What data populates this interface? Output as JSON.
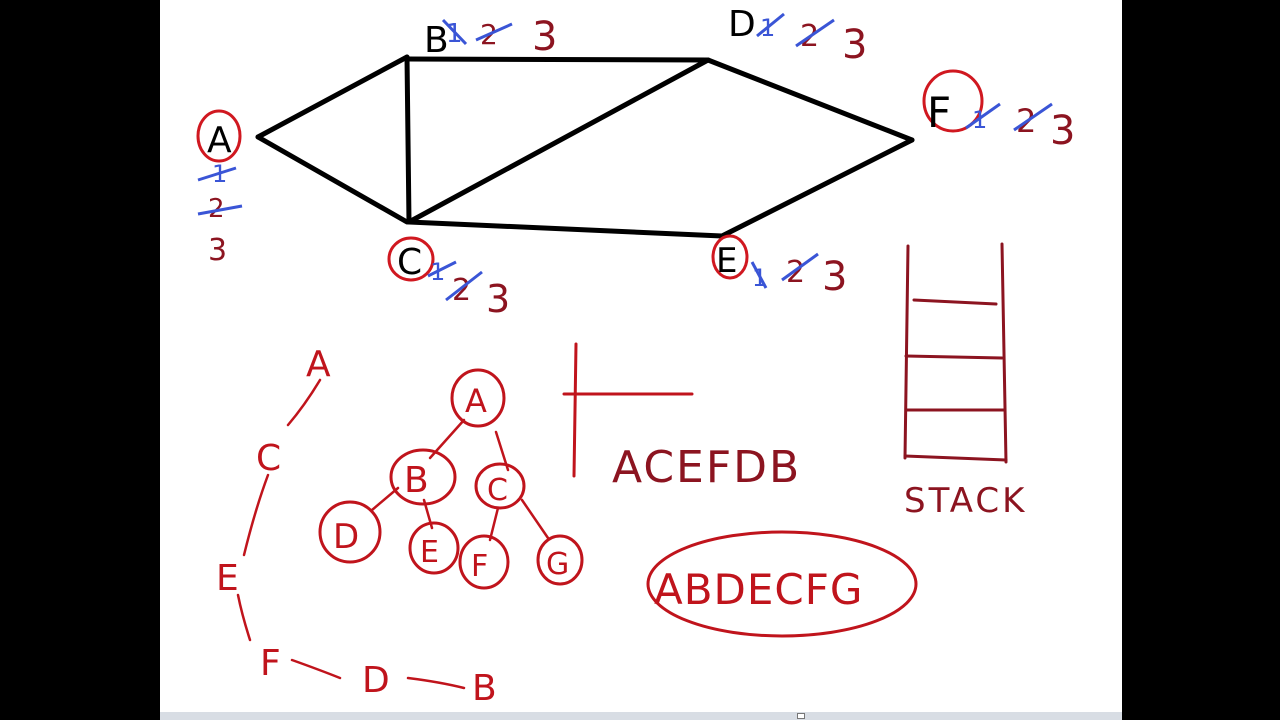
{
  "colors": {
    "background": "#000000",
    "board": "#ffffff",
    "graph_ink": "#000000",
    "red_ink": "#c0141c",
    "dark_red_ink": "#8c1420",
    "blue_ink": "#3a55d6"
  },
  "graph": {
    "nodes": {
      "A": {
        "label": "A",
        "values": [
          "1",
          "2",
          "3"
        ]
      },
      "B": {
        "label": "B",
        "values": [
          "1",
          "2",
          "3"
        ]
      },
      "C": {
        "label": "C",
        "values": [
          "1",
          "2",
          "3"
        ]
      },
      "D": {
        "label": "D",
        "values": [
          "1",
          "2",
          "3"
        ]
      },
      "E": {
        "label": "E",
        "values": [
          "1",
          "2",
          "3"
        ]
      },
      "F": {
        "label": "F",
        "values": [
          "1",
          "2",
          "3"
        ]
      }
    }
  },
  "dfs_chain": {
    "nodes": [
      "A",
      "C",
      "E",
      "F",
      "D",
      "B"
    ]
  },
  "tree": {
    "nodes": [
      "A",
      "B",
      "C",
      "D",
      "E",
      "F",
      "G"
    ]
  },
  "sequence_text": "ACEFDB",
  "stack_label": "STACK",
  "bfs_order_text": "ABDECFG"
}
